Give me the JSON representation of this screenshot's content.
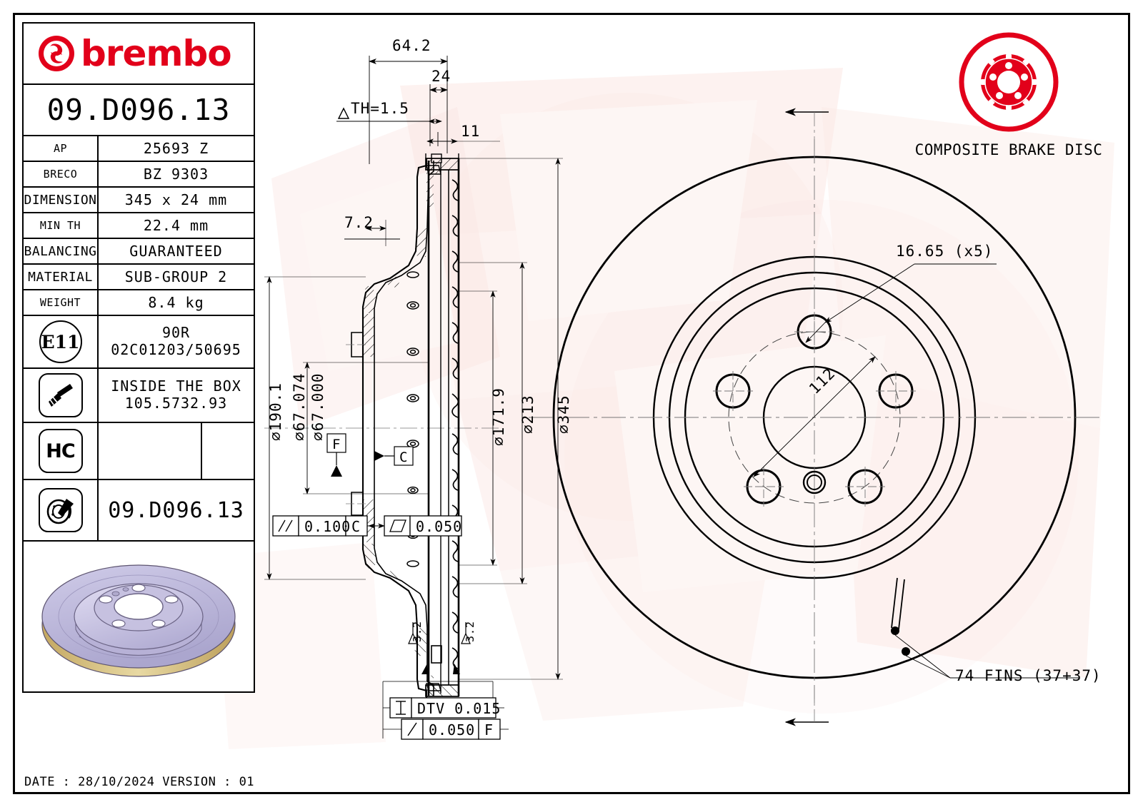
{
  "brand": {
    "name": "brembo",
    "color": "#e2001a"
  },
  "part_number": "09.D096.13",
  "spec_table": [
    {
      "label": "AP",
      "value": "25693 Z"
    },
    {
      "label": "BRECO",
      "value": "BZ 9303"
    },
    {
      "label": "DIMENSION",
      "value": "345 x 24 mm"
    },
    {
      "label": "MIN TH",
      "value": "22.4 mm"
    },
    {
      "label": "BALANCING",
      "value": "GUARANTEED"
    },
    {
      "label": "MATERIAL",
      "value": "SUB-GROUP 2"
    },
    {
      "label": "WEIGHT",
      "value": "8.4 kg"
    }
  ],
  "homologation": {
    "badge": "E11",
    "line1": "90R",
    "line2": "02C01203/50695"
  },
  "accessory": {
    "badge_icon": "screw-icon",
    "line1": "INSIDE THE BOX",
    "line2": "105.5732.93"
  },
  "hc_badge": {
    "label": "HC",
    "icon": "hc-badge-icon"
  },
  "product_row": {
    "icon": "brake-disc-icon",
    "value": "09.D096.13"
  },
  "product_photo": {
    "icon": "composite-brake-disc-render"
  },
  "composite_logo": {
    "icon": "composite-disc-logo",
    "caption": "COMPOSITE BRAKE DISC",
    "color": "#e2001a"
  },
  "footer": {
    "text": "DATE : 28/10/2024 VERSION : 01"
  },
  "section_view": {
    "dim_overall_width": "64.2",
    "dim_disc_thickness": "24",
    "dim_11": "11",
    "dim_th_variation": "TH=1.5",
    "dim_hat_offset": "7.2",
    "dia_190": "190.1",
    "dia_67_upper": "67.074",
    "dia_67_lower": "67.000",
    "dia_171": "171.9",
    "dia_213": "213",
    "dia_345": "345",
    "datum_f": "F",
    "datum_c": "C",
    "tol_parallel": {
      "symbol": "parallelism",
      "value": "0.100",
      "datum": "C"
    },
    "tol_flat": {
      "symbol": "flatness",
      "value": "0.050"
    },
    "tol_dtv": {
      "symbol": "total-runout",
      "value": "DTV 0.015"
    },
    "tol_runout": {
      "symbol": "circular-runout",
      "value": "0.050",
      "datum": "F"
    },
    "surface_finish": "3.2"
  },
  "front_view": {
    "hole_dia": "16.65 (x5)",
    "pcd": "112",
    "fins": "74 FINS (37+37)"
  }
}
